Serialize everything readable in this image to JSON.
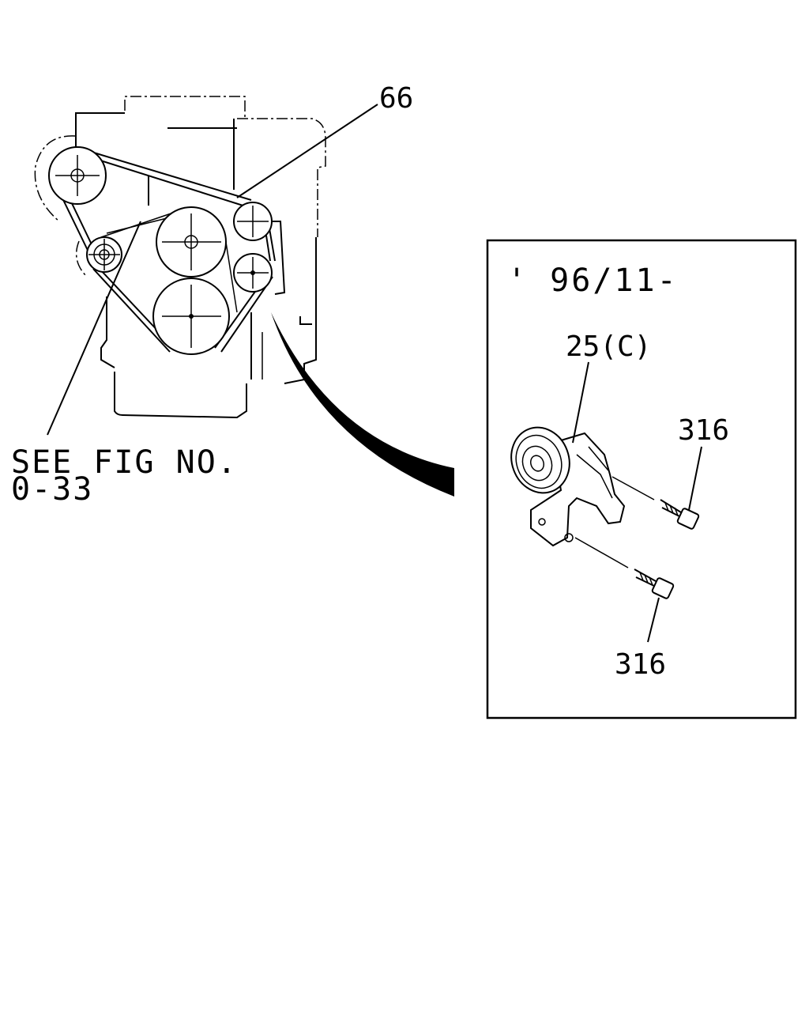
{
  "labels": {
    "belt": "66",
    "see_fig_line1": "SEE FIG NO.",
    "see_fig_line2": "0-33",
    "date_range": "' 96/11-",
    "tensioner": "25(C)",
    "bolt_upper": "316",
    "bolt_lower": "316"
  },
  "colors": {
    "line": "#000000",
    "background": "#ffffff"
  }
}
